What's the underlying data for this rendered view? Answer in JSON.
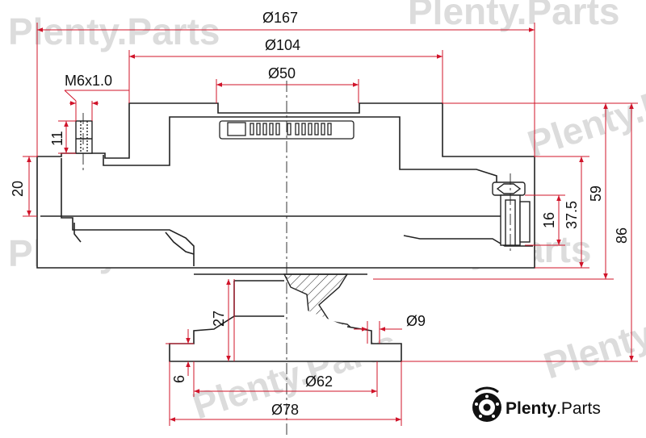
{
  "drawing": {
    "dimensions": {
      "d167": "Ø167",
      "d104": "Ø104",
      "d50": "Ø50",
      "thread": "M6x1.0",
      "h11": "11",
      "h20": "20",
      "h16": "16",
      "h37_5": "37.5",
      "h59": "59",
      "h86": "86",
      "h27": "27",
      "d9": "Ø9",
      "h6": "6",
      "d62": "Ø62",
      "d78": "Ø78"
    },
    "colors": {
      "outline": "#222222",
      "dimension": "#d0142a",
      "watermark": "#d8d8d8"
    }
  },
  "watermark": {
    "text": "Plenty.Parts"
  },
  "logo": {
    "brand": "Plenty",
    "suffix": ".Parts",
    "icon": "brake-disc-icon"
  }
}
